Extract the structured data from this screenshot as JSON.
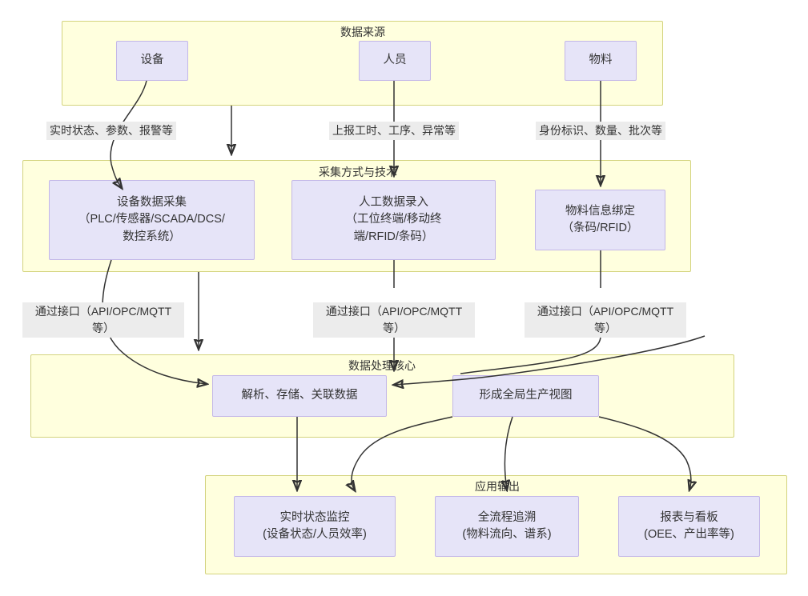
{
  "diagram": {
    "type": "flowchart",
    "title": "工业数据采集与应用流程图",
    "colors": {
      "cluster_fill": "#ffffde",
      "cluster_stroke": "#d3d37e",
      "node_fill": "#e6e4f8",
      "node_stroke": "#c3b7e8",
      "edge_stroke": "#333333",
      "edge_label_bg": "#ececec",
      "text": "#333333"
    },
    "clusters": [
      {
        "id": "src",
        "label": "数据来源"
      },
      {
        "id": "collect",
        "label": "采集方式与技术"
      },
      {
        "id": "core",
        "label": "数据处理核心"
      },
      {
        "id": "output",
        "label": "应用输出"
      }
    ],
    "nodes": [
      {
        "id": "equipment",
        "cluster": "src",
        "lines": [
          "设备"
        ]
      },
      {
        "id": "personnel",
        "cluster": "src",
        "lines": [
          "人员"
        ]
      },
      {
        "id": "material",
        "cluster": "src",
        "lines": [
          "物料"
        ]
      },
      {
        "id": "equip-collect",
        "cluster": "collect",
        "lines": [
          "设备数据采集",
          "（PLC/传感器/SCADA/DCS/",
          "数控系统）"
        ]
      },
      {
        "id": "manual-entry",
        "cluster": "collect",
        "lines": [
          "人工数据录入",
          "（工位终端/移动终",
          "端/RFID/条码）"
        ]
      },
      {
        "id": "material-bind",
        "cluster": "collect",
        "lines": [
          "物料信息绑定",
          "（条码/RFID）"
        ]
      },
      {
        "id": "parse-store",
        "cluster": "core",
        "lines": [
          "解析、存储、关联数据"
        ]
      },
      {
        "id": "global-view",
        "cluster": "core",
        "lines": [
          "形成全局生产视图"
        ]
      },
      {
        "id": "realtime-monitor",
        "cluster": "output",
        "lines": [
          "实时状态监控",
          "(设备状态/人员效率)"
        ]
      },
      {
        "id": "full-trace",
        "cluster": "output",
        "lines": [
          "全流程追溯",
          "(物料流向、谱系)"
        ]
      },
      {
        "id": "report-board",
        "cluster": "output",
        "lines": [
          "报表与看板",
          "(OEE、产出率等)"
        ]
      }
    ],
    "edge_labels": [
      {
        "id": "el-equipment",
        "lines": [
          "实时状态、参数、报警等"
        ]
      },
      {
        "id": "el-personnel",
        "lines": [
          "上报工时、工序、异常等"
        ]
      },
      {
        "id": "el-material",
        "lines": [
          "身份标识、数量、批次等"
        ]
      },
      {
        "id": "el-iface-1",
        "lines": [
          "通过接口（API/OPC/MQTT",
          "等）"
        ]
      },
      {
        "id": "el-iface-2",
        "lines": [
          "通过接口（API/OPC/MQTT",
          "等）"
        ]
      },
      {
        "id": "el-iface-3",
        "lines": [
          "通过接口（API/OPC/MQTT",
          "等）"
        ]
      }
    ],
    "edges": [
      {
        "from": "equipment",
        "to": "equip-collect",
        "label": "实时状态、参数、报警等"
      },
      {
        "from": "personnel",
        "to": "manual-entry",
        "label": "上报工时、工序、异常等"
      },
      {
        "from": "material",
        "to": "material-bind",
        "label": "身份标识、数量、批次等"
      },
      {
        "from": "equip-collect",
        "to": "parse-store",
        "label": "通过接口（API/OPC/MQTT等）"
      },
      {
        "from": "manual-entry",
        "to": "parse-store",
        "label": "通过接口（API/OPC/MQTT等）"
      },
      {
        "from": "material-bind",
        "to": "global-view",
        "label": "通过接口（API/OPC/MQTT等）"
      },
      {
        "from": "global-view",
        "to": "parse-store",
        "label": ""
      },
      {
        "from": "parse-store",
        "to": "realtime-monitor",
        "label": ""
      },
      {
        "from": "global-view",
        "to": "realtime-monitor",
        "label": ""
      },
      {
        "from": "global-view",
        "to": "full-trace",
        "label": ""
      },
      {
        "from": "global-view",
        "to": "report-board",
        "label": ""
      }
    ]
  }
}
